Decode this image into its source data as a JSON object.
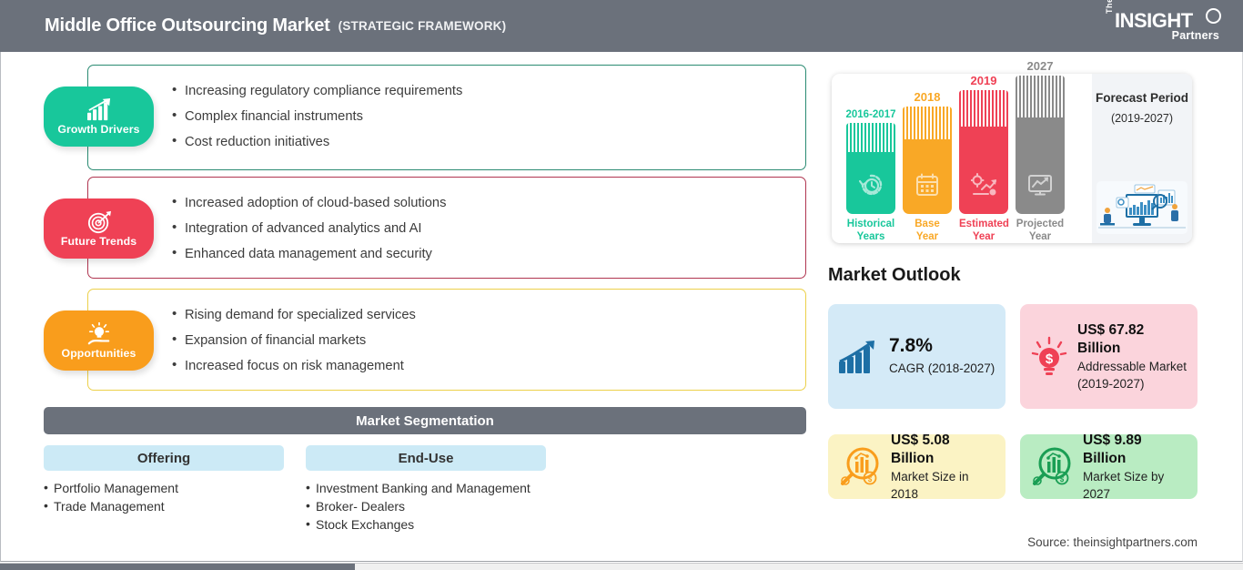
{
  "header": {
    "title": "Middle Office Outsourcing Market",
    "subtitle": "(STRATEGIC FRAMEWORK)",
    "logo": {
      "the": "The",
      "insight": "INSIGHT",
      "partners": "Partners"
    },
    "bg_color": "#6b717b"
  },
  "drivers": [
    {
      "badge_label": "Growth Drivers",
      "badge_color": "#18c79b",
      "border_color": "#2a8b72",
      "icon": "bar-chart-growth-icon",
      "bullets": [
        "Increasing regulatory compliance requirements",
        "Complex financial instruments",
        "Cost reduction initiatives"
      ]
    },
    {
      "badge_label": "Future Trends",
      "badge_color": "#ef4155",
      "border_color": "#b03550",
      "icon": "target-dart-icon",
      "bullets": [
        "Increased adoption of cloud-based solutions",
        "Integration of advanced analytics and AI",
        "Enhanced data management and security"
      ]
    },
    {
      "badge_label": "Opportunities",
      "badge_color": "#f99d1c",
      "border_color": "#ecd04a",
      "icon": "lightbulb-hand-icon",
      "bullets": [
        "Rising demand for specialized services",
        "Expansion of financial markets",
        "Increased focus on risk management"
      ]
    }
  ],
  "segmentation": {
    "title": "Market Segmentation",
    "columns": [
      {
        "heading": "Offering",
        "items": [
          "Portfolio Management",
          "Trade Management"
        ]
      },
      {
        "heading": "End-Use",
        "items": [
          "Investment Banking and Management",
          "Broker- Dealers",
          "Stock Exchanges"
        ]
      }
    ]
  },
  "timeline": {
    "bars": [
      {
        "year": "2016-2017",
        "caption": "Historical Years",
        "color": "#18c79b",
        "icon": "clock-history-icon"
      },
      {
        "year": "2018",
        "caption": "Base Year",
        "color": "#f9a826",
        "icon": "calendar-icon"
      },
      {
        "year": "2019",
        "caption": "Estimated Year",
        "color": "#ef4155",
        "icon": "gear-chart-icon"
      },
      {
        "year": "2027",
        "caption": "Projected Year",
        "color": "#8a8a8a",
        "icon": "monitor-chart-icon"
      }
    ],
    "forecast_title": "Forecast Period",
    "forecast_range": "(2019-2027)",
    "illustration": "business-analytics-illustration"
  },
  "outlook": {
    "title": "Market Outlook",
    "cards": [
      {
        "icon": "growth-chart-icon",
        "value": "7.8%",
        "label": "CAGR (2018-2027)",
        "bg": "#d4eaf7"
      },
      {
        "icon": "lightbulb-dollar-icon",
        "value": "US$ 67.82 Billion",
        "label": "Addressable Market (2019-2027)",
        "bg": "#fbd4dc"
      },
      {
        "icon": "magnifier-chart-orange-icon",
        "value": "US$ 5.08 Billion",
        "label": "Market Size in 2018",
        "bg": "#fbf3c4"
      },
      {
        "icon": "magnifier-chart-green-icon",
        "value": "US$ 9.89 Billion",
        "label": "Market Size by 2027",
        "bg": "#b9ecc2"
      }
    ]
  },
  "source": "Source: theinsightpartners.com"
}
